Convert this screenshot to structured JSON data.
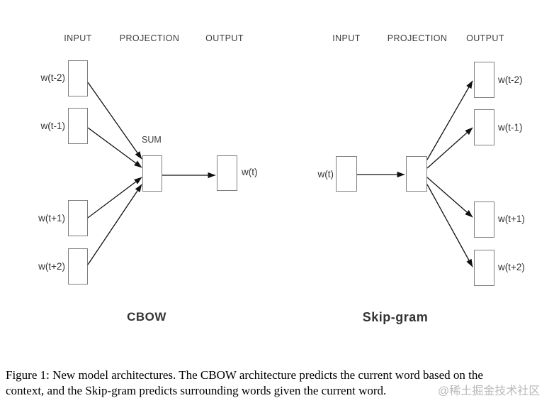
{
  "figure": {
    "cbow": {
      "headers": {
        "input": "INPUT",
        "projection": "PROJECTION",
        "output": "OUTPUT"
      },
      "inputs": [
        "w(t-2)",
        "w(t-1)",
        "w(t+1)",
        "w(t+2)"
      ],
      "sum_label": "SUM",
      "output_label": "w(t)",
      "title": "CBOW"
    },
    "skipgram": {
      "headers": {
        "input": "INPUT",
        "projection": "PROJECTION",
        "output": "OUTPUT"
      },
      "input_label": "w(t)",
      "outputs": [
        "w(t-2)",
        "w(t-1)",
        "w(t+1)",
        "w(t+2)"
      ],
      "title": "Skip-gram"
    },
    "caption": {
      "line1": "Figure 1: New model architectures. The CBOW architecture predicts the current word based on the",
      "line2": "context, and the Skip-gram predicts surrounding words given the current word."
    },
    "watermark": "@稀土掘金技术社区"
  },
  "colors": {
    "background": "#ffffff",
    "box_border": "#7f7f7f",
    "arrow": "#111111",
    "label_text": "#333333",
    "caption_text": "#000000",
    "watermark_text": "#b9b9b9"
  }
}
